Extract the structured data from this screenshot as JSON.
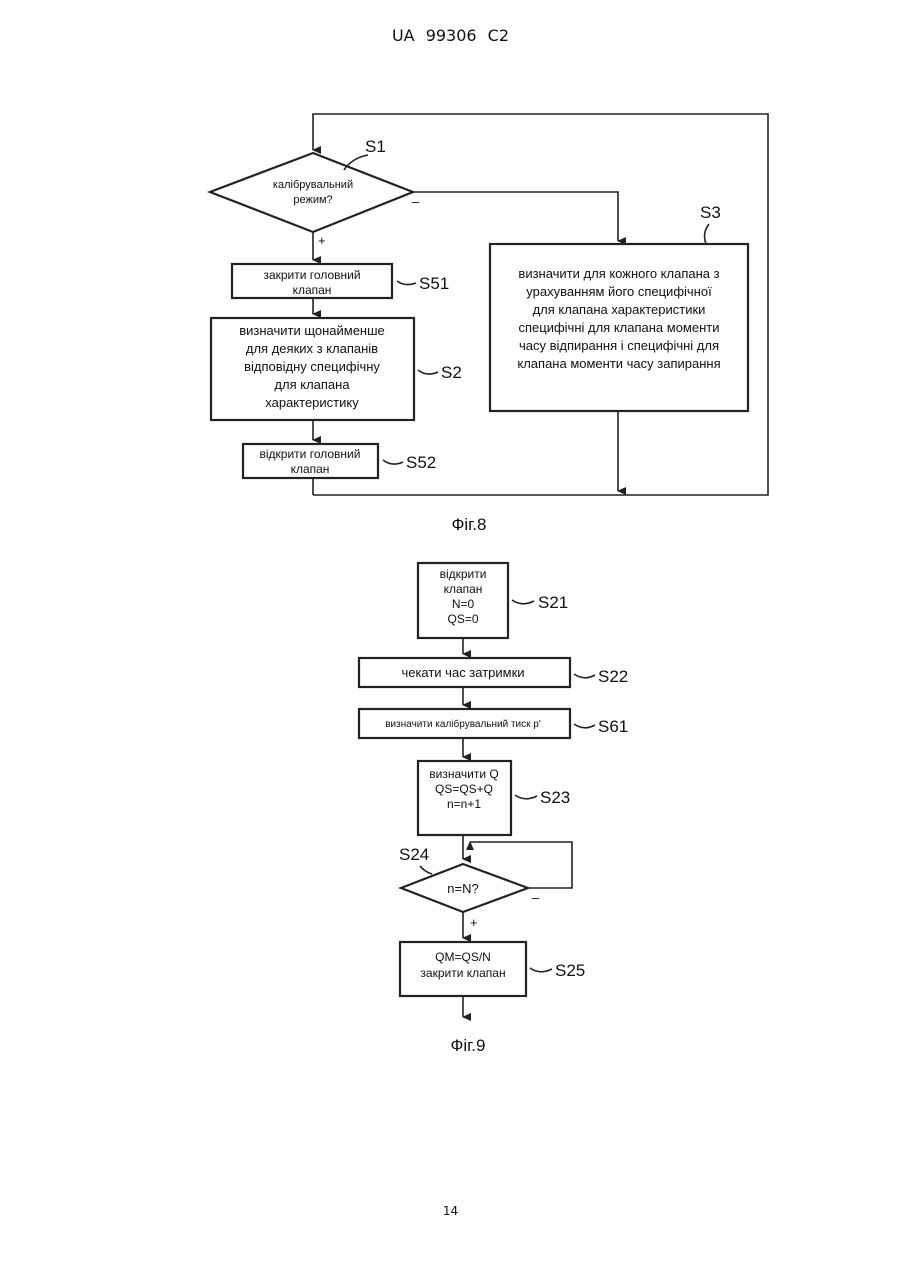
{
  "header": {
    "text": "UA   99306   C2"
  },
  "page_number": "14",
  "fig8": {
    "caption": "Фіг.8",
    "s1": {
      "label": "S1",
      "text": [
        "калібрувальний",
        "режим?"
      ],
      "yes": "+",
      "no": "–"
    },
    "s51": {
      "label": "S51",
      "text": [
        "закрити головний",
        "клапан"
      ]
    },
    "s2": {
      "label": "S2",
      "text": [
        "визначити щонайменше",
        "для деяких з клапанів",
        "відповідну специфічну",
        "для клапана",
        "характеристику"
      ]
    },
    "s52": {
      "label": "S52",
      "text": [
        "відкрити головний",
        "клапан"
      ]
    },
    "s3": {
      "label": "S3",
      "text": [
        "визначити для кожного клапана з",
        "урахуванням його специфічної",
        "для клапана характеристики",
        "специфічні для клапана моменти",
        "часу відпирання і специфічні для",
        "клапана моменти часу запирання"
      ]
    }
  },
  "fig9": {
    "caption": "Фіг.9",
    "s21": {
      "label": "S21",
      "text": [
        "відкрити",
        "клапан",
        "N=0",
        "QS=0"
      ]
    },
    "s22": {
      "label": "S22",
      "text": [
        "чекати час затримки"
      ]
    },
    "s61": {
      "label": "S61",
      "text": [
        "визначити калібрувальний тиск р'"
      ]
    },
    "s23": {
      "label": "S23",
      "text": [
        "визначити Q",
        "QS=QS+Q",
        "n=n+1"
      ]
    },
    "s24": {
      "label": "S24",
      "text": [
        "n=N?"
      ],
      "yes": "+",
      "no": "–"
    },
    "s25": {
      "label": "S25",
      "text": [
        "QM=QS/N",
        "закрити клапан"
      ]
    }
  }
}
